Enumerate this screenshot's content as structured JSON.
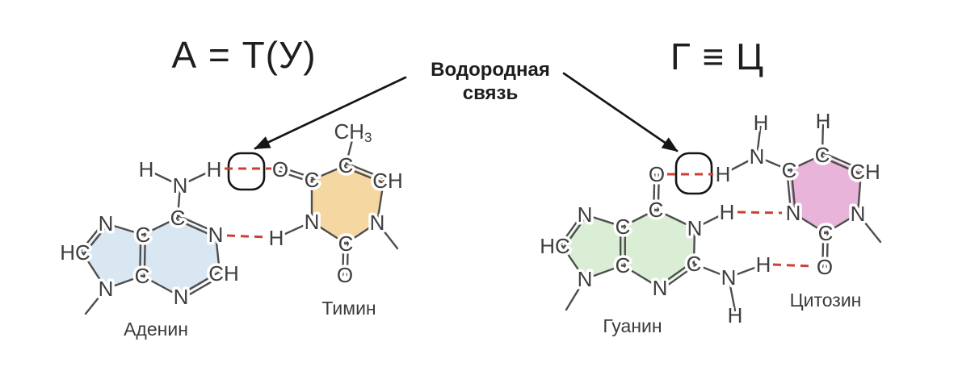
{
  "titles": {
    "at": "А = Т(У)",
    "gc": "Г ≡ Ц"
  },
  "hbond_label": {
    "line1": "Водородная",
    "line2": "связь"
  },
  "colors": {
    "adenine_fill": "#d9e7f3",
    "thymine_fill": "#f5d7a2",
    "guanine_fill": "#d9eed5",
    "cytosine_fill": "#e9b4d9",
    "hbond_red": "#cc4033",
    "bond_gray": "#4e4e4e",
    "atom_text": "#3e3e3e",
    "ink": "#161616"
  },
  "molecules": {
    "adenine": {
      "name": "Аденин",
      "atoms": {
        "h_amino_left": "H",
        "n_amino": "N",
        "h_amino_right": "H",
        "c6": "C",
        "n1": "N",
        "c2": "CH",
        "n3": "N",
        "c4": "C",
        "c5": "C",
        "n7": "N",
        "c8": "HC",
        "n9": "N"
      }
    },
    "thymine": {
      "name": "Тимин",
      "atoms": {
        "ch3_main": "CH",
        "ch3_sub": "3",
        "c5": "C",
        "c6": "CH",
        "n1": "N",
        "c2": "C",
        "n3": "N",
        "c4": "C",
        "o4": "O",
        "o2": "O",
        "h3": "H"
      }
    },
    "guanine": {
      "name": "Гуанин",
      "atoms": {
        "o6": "O",
        "c6": "C",
        "n1": "N",
        "h1": "H",
        "c2": "C",
        "n3": "N",
        "c4": "C",
        "c5": "C",
        "n7": "N",
        "c8": "HC",
        "n9": "N",
        "n2": "N",
        "h2a": "H",
        "h2b": "H"
      }
    },
    "cytosine": {
      "name": "Цитозин",
      "atoms": {
        "h4a": "H",
        "n4": "N",
        "h4b": "H",
        "c4": "C",
        "c5": "C",
        "h5": "H",
        "c6": "CH",
        "n1": "N",
        "c2": "C",
        "o2": "O",
        "n3": "N"
      }
    }
  }
}
